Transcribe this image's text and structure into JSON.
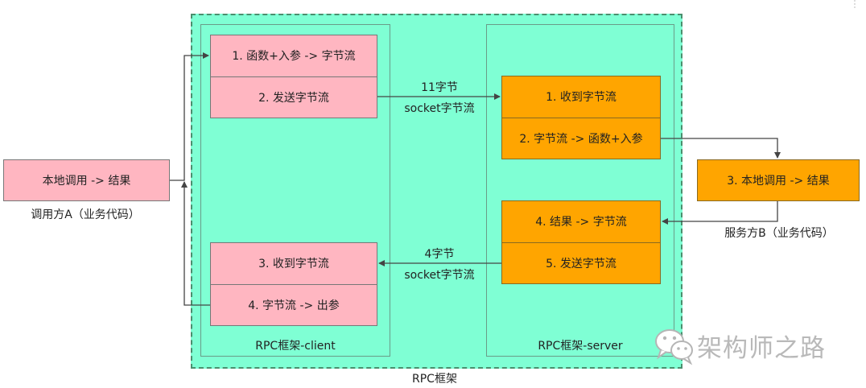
{
  "framework": {
    "label": "RPC框架"
  },
  "client": {
    "label": "RPC框架-client",
    "send_box": [
      "1. 函数+入参  ->  字节流",
      "2. 发送字节流"
    ],
    "recv_box": [
      "3. 收到字节流",
      "4. 字节流  ->  出参"
    ]
  },
  "server": {
    "label": "RPC框架-server",
    "recv_box": [
      "1. 收到字节流",
      "2. 字节流  ->  函数+入参"
    ],
    "send_box": [
      "4. 结果  ->  字节流",
      "5. 发送字节流"
    ]
  },
  "caller": {
    "box": "本地调用  ->  结果",
    "label": "调用方A（业务代码）"
  },
  "callee": {
    "box": "3. 本地调用  ->  结果",
    "label": "服务方B（业务代码）"
  },
  "request_link": {
    "line1": "11字节",
    "line2": "socket字节流"
  },
  "response_link": {
    "line1": "4字节",
    "line2": "socket字节流"
  },
  "watermark": {
    "text": "架构师之路",
    "icon": "wechat-icon"
  },
  "colors": {
    "framework": "#7fffd4",
    "client_box": "#ffb6c1",
    "server_box": "#ffa500",
    "arrow": "#444444"
  }
}
